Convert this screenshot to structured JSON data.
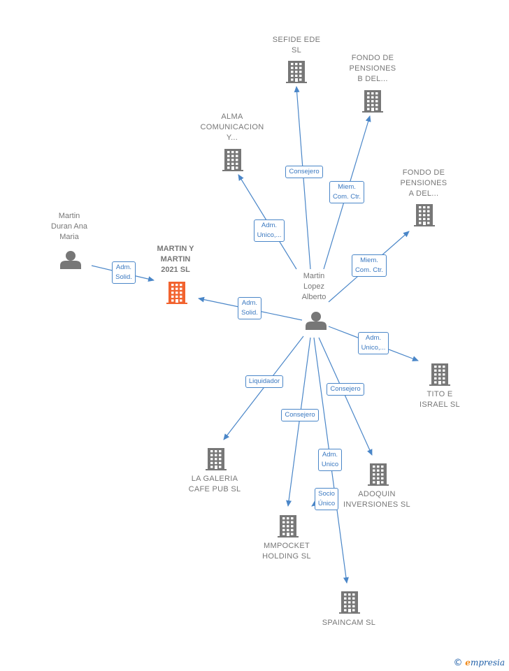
{
  "colors": {
    "edge": "#4a86c8",
    "node_gray": "#777777",
    "focus_company": "#f2632f",
    "brand": "#1f5fa8",
    "brand_accent": "#f08a1c"
  },
  "nodes": [
    {
      "id": "sefide",
      "type": "company",
      "label": "SEFIDE EDE\nSL",
      "icon": "building-icon"
    },
    {
      "id": "fondo_b",
      "type": "company",
      "label": "FONDO DE\nPENSIONES\nB DEL...",
      "icon": "building-icon"
    },
    {
      "id": "alma",
      "type": "company",
      "label": "ALMA\nCOMUNICACION\nY...",
      "icon": "building-icon"
    },
    {
      "id": "fondo_a",
      "type": "company",
      "label": "FONDO DE\nPENSIONES\nA DEL...",
      "icon": "building-icon"
    },
    {
      "id": "martin_duran",
      "type": "person",
      "label": "Martin\nDuran Ana\nMaria",
      "icon": "person-icon"
    },
    {
      "id": "martin_y_martin",
      "type": "company_focus",
      "label": "MARTIN Y\nMARTIN\n2021  SL",
      "icon": "building-icon"
    },
    {
      "id": "martin_lopez",
      "type": "person",
      "label": "Martin\nLopez\nAlberto",
      "icon": "person-icon"
    },
    {
      "id": "tito",
      "type": "company",
      "label": "TITO E\nISRAEL SL",
      "icon": "building-icon"
    },
    {
      "id": "galeria",
      "type": "company",
      "label": "LA GALERIA\nCAFE PUB SL",
      "icon": "building-icon"
    },
    {
      "id": "adoquin",
      "type": "company",
      "label": "ADOQUIN\nINVERSIONES SL",
      "icon": "building-icon"
    },
    {
      "id": "mmpocket",
      "type": "company",
      "label": "MMPOCKET\nHOLDING SL",
      "icon": "building-icon"
    },
    {
      "id": "spaincam",
      "type": "company",
      "label": "SPAINCAM  SL",
      "icon": "building-icon"
    }
  ],
  "edges": [
    {
      "from": "martin_lopez",
      "to": "sefide",
      "label": "Consejero"
    },
    {
      "from": "martin_lopez",
      "to": "fondo_b",
      "label": "Miem.\nCom. Ctr."
    },
    {
      "from": "martin_lopez",
      "to": "alma",
      "label": "Adm.\nUnico,..."
    },
    {
      "from": "martin_lopez",
      "to": "fondo_a",
      "label": "Miem.\nCom. Ctr."
    },
    {
      "from": "martin_duran",
      "to": "martin_y_martin",
      "label": "Adm.\nSolid."
    },
    {
      "from": "martin_lopez",
      "to": "martin_y_martin",
      "label": "Adm.\nSolid."
    },
    {
      "from": "martin_lopez",
      "to": "tito",
      "label": "Adm.\nUnico,..."
    },
    {
      "from": "martin_lopez",
      "to": "galeria",
      "label": "Liquidador"
    },
    {
      "from": "martin_lopez",
      "to": "adoquin",
      "label": "Consejero"
    },
    {
      "from": "martin_lopez",
      "to": "mmpocket",
      "label": "Consejero"
    },
    {
      "from": "martin_lopez",
      "to": "spaincam",
      "label": "Adm.\nUnico"
    },
    {
      "from": "martin_lopez",
      "to": "mmpocket",
      "label": "Socio\nÚnico"
    }
  ],
  "brand": {
    "copyright": "©",
    "name": "mpresia",
    "initial": "e"
  }
}
